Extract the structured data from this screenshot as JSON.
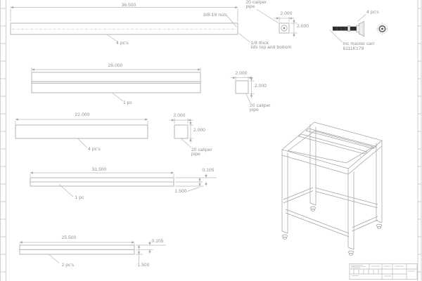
{
  "drawing": {
    "views": {
      "bar_36_500": {
        "length": "36.500",
        "qty": "4 pc's",
        "note_nuts": "3/8-16 nuts",
        "note_lids_line1": "1/8 thick",
        "note_lids_line2": "lids top and bottom"
      },
      "caliper_pipe_top": {
        "width": "2.000",
        "height": "2.000",
        "label_line1": "20 caliper",
        "label_line2": "pipe"
      },
      "leveling_foot": {
        "qty": "4 pc's",
        "vendor_line1": "mc master carr",
        "vendor_line2": "6111K179"
      },
      "bar_28_000": {
        "length": "28.000",
        "qty": "1 pc"
      },
      "caliper_pipe_middle": {
        "width": "2.000",
        "height": "2.000",
        "label_line1": "20 caliper",
        "label_line2": "pipe"
      },
      "bar_22_000": {
        "length": "22.000",
        "qty": "4 pc's"
      },
      "caliper_pipe_lower": {
        "width": "2.000",
        "height": "2.000",
        "label_line1": "20 caliper",
        "label_line2": "pipe"
      },
      "bar_31_500": {
        "length": "31.500",
        "qty": "1 pc",
        "wall_thickness": "0.105",
        "height": "1.500"
      },
      "bar_25_500": {
        "length": "25.500",
        "qty": "2 pc's",
        "wall_thickness": "0.105",
        "height": "1.500"
      }
    },
    "colors": {
      "part_outline": "#a4a4a4",
      "dimension_lines": "#b6b6b6",
      "annotation_text": "#8e8e8e",
      "dark_shaft": "#2e2e2e"
    }
  }
}
